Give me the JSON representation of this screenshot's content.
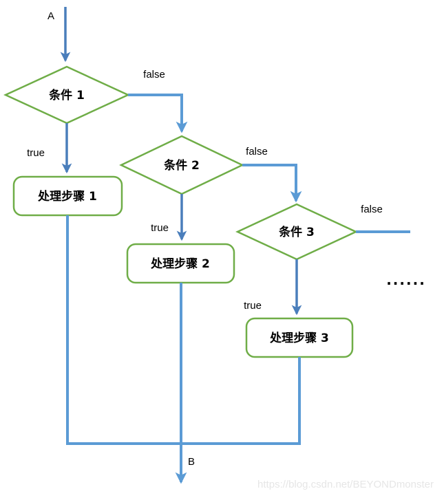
{
  "flowchart": {
    "entry_label": "A",
    "exit_label": "B",
    "branch_labels": {
      "true": "true",
      "false": "false"
    },
    "ellipsis": "......",
    "conditions": [
      {
        "id": "condition-1",
        "label": "条件 1"
      },
      {
        "id": "condition-2",
        "label": "条件 2"
      },
      {
        "id": "condition-3",
        "label": "条件 3"
      }
    ],
    "processes": [
      {
        "id": "process-1",
        "label": "处理步骤 1"
      },
      {
        "id": "process-2",
        "label": "处理步骤 2"
      },
      {
        "id": "process-3",
        "label": "处理步骤 3"
      }
    ],
    "colors": {
      "shape_outline": "#6FAD47",
      "true_arrow": "#4A7EBB",
      "false_line": "#5B9BD5",
      "label_text": "#000000",
      "watermark": "#E6E6E6"
    }
  },
  "page": {
    "watermark": "https://blog.csdn.net/BEYONDmonster"
  }
}
